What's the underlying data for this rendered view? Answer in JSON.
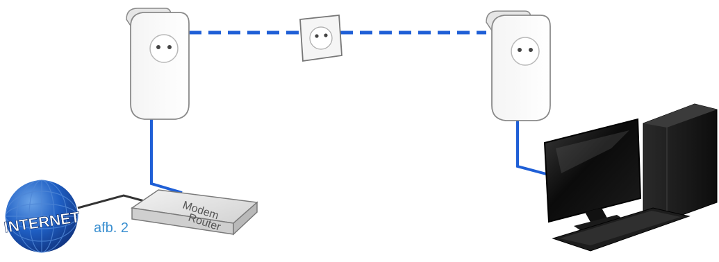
{
  "globe": {
    "label": "INTERNET"
  },
  "router": {
    "line1": "Modem",
    "line2": "Router"
  },
  "caption": "afb. 2",
  "colors": {
    "cable_blue": "#1f5fd6",
    "cable_dark": "#333333",
    "globe_blue": "#1e56a8",
    "caption_blue": "#3a8fd0"
  },
  "icons": [
    "globe-icon",
    "powerline-adapter-icon",
    "wall-socket-icon",
    "router-icon",
    "desktop-computer-icon",
    "keyboard-icon"
  ]
}
